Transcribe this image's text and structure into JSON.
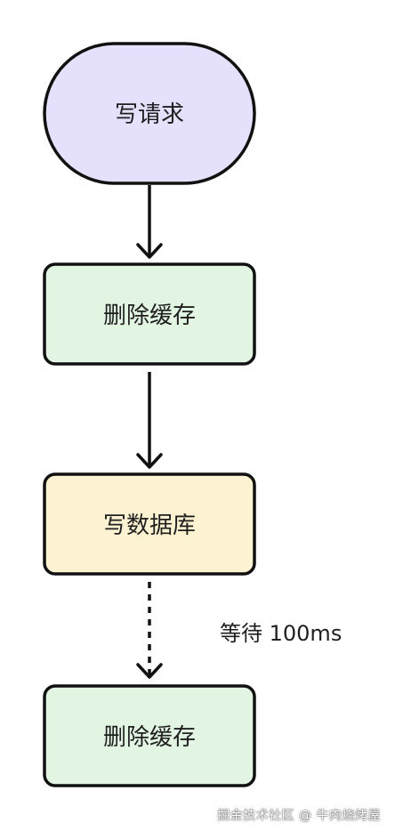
{
  "diagram": {
    "nodes": [
      {
        "id": "write-request",
        "label": "写请求",
        "shape": "terminal",
        "fill": "#e5e0fb"
      },
      {
        "id": "delete-cache-1",
        "label": "删除缓存",
        "shape": "process",
        "fill": "#e2f4e2"
      },
      {
        "id": "write-db",
        "label": "写数据库",
        "shape": "process",
        "fill": "#fdf2d2"
      },
      {
        "id": "delete-cache-2",
        "label": "删除缓存",
        "shape": "process",
        "fill": "#e2f4e2"
      }
    ],
    "edges": [
      {
        "from": "write-request",
        "to": "delete-cache-1",
        "style": "solid"
      },
      {
        "from": "delete-cache-1",
        "to": "write-db",
        "style": "solid"
      },
      {
        "from": "write-db",
        "to": "delete-cache-2",
        "style": "dashed",
        "label": "等待 100ms"
      }
    ],
    "stroke_color": "#111111"
  },
  "watermark": "掘金技术社区 @ 牛肉烧烤屋"
}
